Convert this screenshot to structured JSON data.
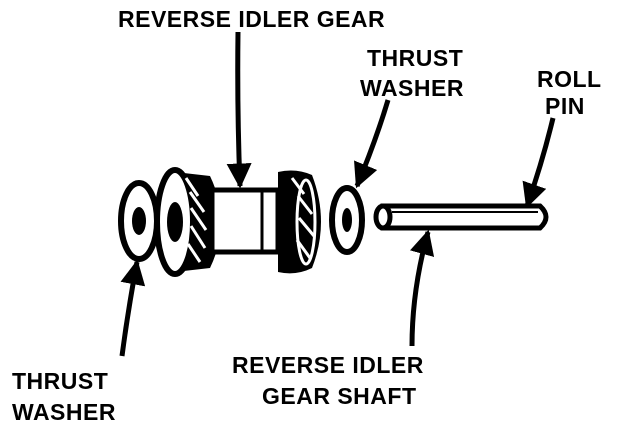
{
  "colors": {
    "ink": "#000000",
    "paper": "#ffffff"
  },
  "labels": {
    "reverse_idler_gear": "REVERSE IDLER GEAR",
    "thrust_washer_right_line1": "THRUST",
    "thrust_washer_right_line2": "WASHER",
    "roll_pin_line1": "ROLL",
    "roll_pin_line2": "PIN",
    "thrust_washer_left_line1": "THRUST",
    "thrust_washer_left_line2": "WASHER",
    "shaft_line1": "REVERSE IDLER",
    "shaft_line2": "GEAR SHAFT"
  }
}
